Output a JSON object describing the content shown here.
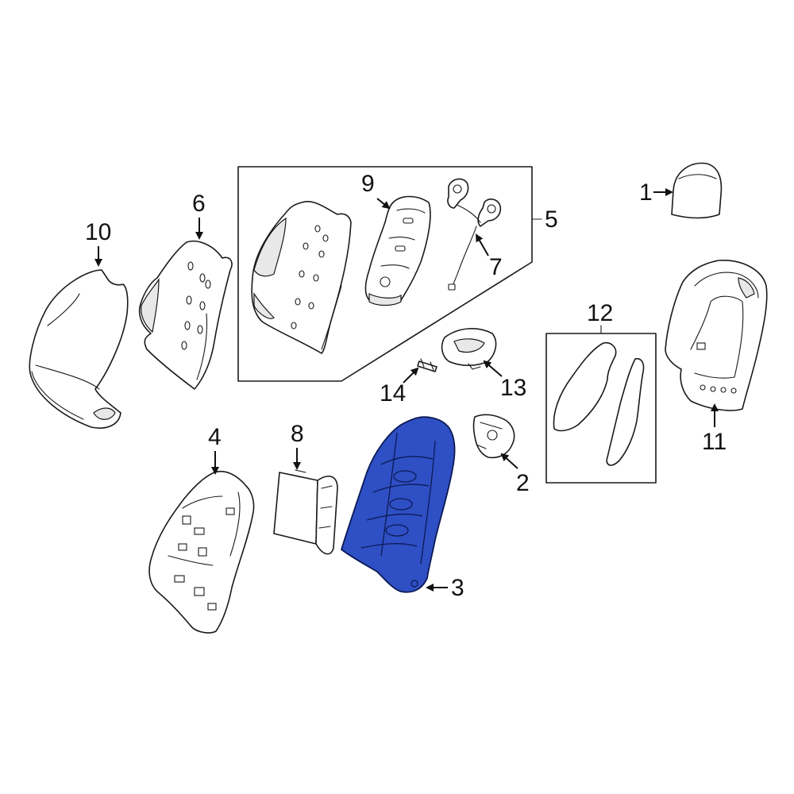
{
  "colors": {
    "highlight_fill": "#2f4fc4",
    "highlight_stroke": "#0c1a55",
    "line": "#1a1a1a",
    "background": "#ffffff"
  },
  "callouts": {
    "c1": "1",
    "c2": "2",
    "c3": "3",
    "c4": "4",
    "c5": "5",
    "c6": "6",
    "c7": "7",
    "c8": "8",
    "c9": "9",
    "c10": "10",
    "c11": "11",
    "c12": "12",
    "c13": "13",
    "c14": "14"
  },
  "highlighted_part": "3"
}
